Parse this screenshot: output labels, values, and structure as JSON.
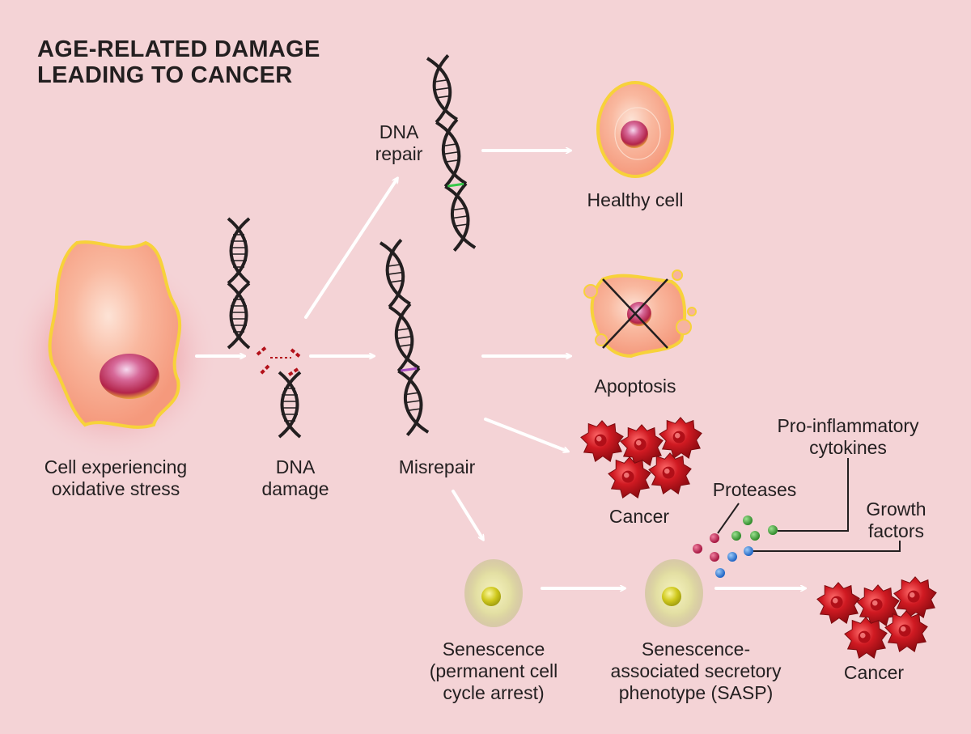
{
  "title": {
    "line1": "AGE-RELATED DAMAGE",
    "line2": "LEADING TO CANCER"
  },
  "labels": {
    "stressed_cell": [
      "Cell experiencing",
      "oxidative stress"
    ],
    "dna_damage": [
      "DNA",
      "damage"
    ],
    "dna_repair": [
      "DNA",
      "repair"
    ],
    "misrepair": "Misrepair",
    "healthy_cell": "Healthy cell",
    "apoptosis": "Apoptosis",
    "cancer_1": "Cancer",
    "cancer_2": "Cancer",
    "senescence": [
      "Senescence",
      "(permanent cell",
      "cycle arrest)"
    ],
    "sasp": [
      "Senescence-",
      "associated secretory",
      "phenotype (SASP)"
    ],
    "pro_inflammatory": [
      "Pro-inflammatory",
      "cytokines"
    ],
    "proteases": "Proteases",
    "growth_factors": [
      "Growth",
      "factors"
    ]
  },
  "colors": {
    "background": "#f4d3d6",
    "cell_fill": "#f7a98f",
    "cell_outline": "#f7d23a",
    "nucleus": "#c83a5a",
    "cancer_cell": "#c9141c",
    "senescent_cell": "#d8d69a",
    "senescent_nucleus": "#c7c51f",
    "arrow": "#ffffff",
    "repair_mark": "#38c84a",
    "misrepair_mark": "#a64bc0",
    "break_mark": "#b3111a",
    "cytokine_dot": "#3a9a32",
    "protease_dot": "#b5174a",
    "growth_factor_dot": "#2a7ad8"
  },
  "icons": [
    "stressed-cell-icon",
    "dna-helix-icon",
    "healthy-cell-icon",
    "apoptotic-cell-icon",
    "cancer-cell-cluster-icon",
    "senescent-cell-icon",
    "molecule-dot-icon",
    "arrow-icon"
  ]
}
